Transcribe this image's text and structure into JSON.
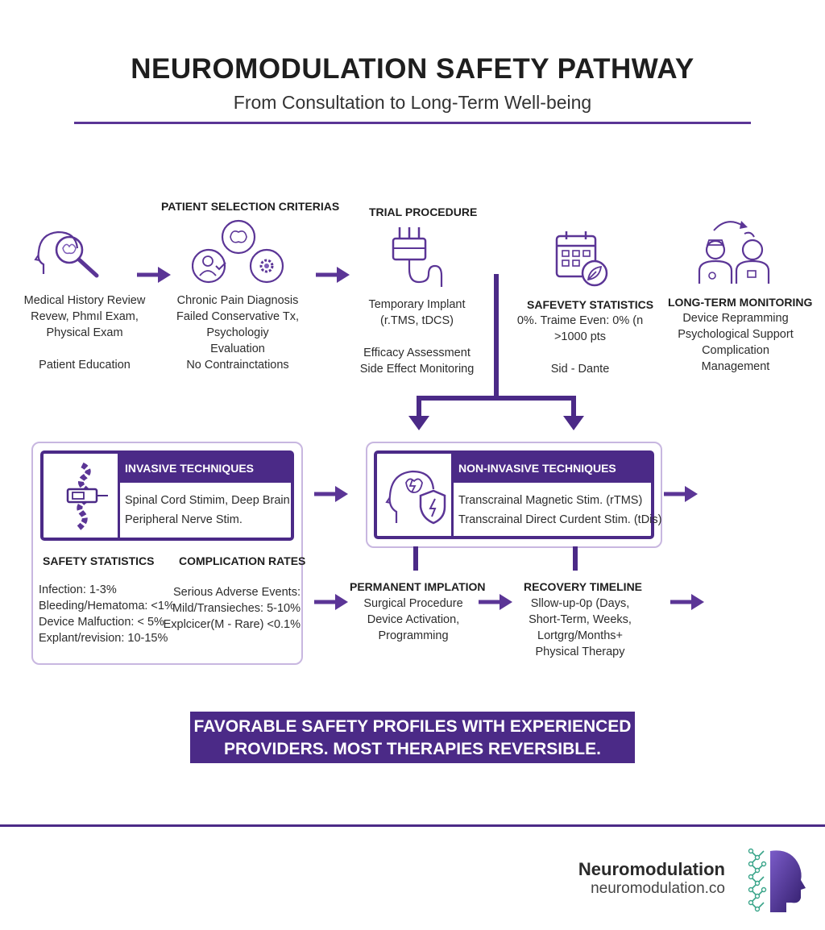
{
  "title": "NEUROMODULATION SAFETY PATHWAY",
  "subtitle": "From Consultation to Long-Term Well-being",
  "steps": {
    "history": {
      "lines": [
        "Medical History Review",
        "Revew, Phmıl Exam,",
        "Physical Exam",
        "",
        "Patient Education"
      ],
      "icons": [
        "head-magnifier-icon"
      ]
    },
    "selection": {
      "heading": "PATIENT SELECTION CRITERIAS",
      "lines": [
        "Chronic Pain Diagnosis",
        "Failed Conservative Tx,",
        "Psychologiy",
        "Evaluation",
        "No Contrainctations"
      ],
      "icons": [
        "brain-circle-icon",
        "person-check-icon",
        "gear-circle-icon"
      ]
    },
    "trial": {
      "heading": "TRIAL PROCEDURE",
      "lines": [
        "Temporary Implant",
        "(r.TMS, tDCS)",
        "",
        "Efficacy Assessment",
        "Side Effect Monitoring"
      ],
      "icons": [
        "electrode-plug-icon"
      ]
    },
    "safety_top": {
      "heading": "SAFEVETY STATISTICS",
      "lines": [
        "0%. Traime Even: 0% (n",
        ">1000 pts",
        "",
        "Sid - Dante"
      ],
      "icons": [
        "calendar-leaf-icon"
      ]
    },
    "longterm": {
      "heading": "LONG-TERM MONITORING",
      "lines": [
        "Device Repramming",
        "Psychological Support",
        "Complication",
        "Management"
      ],
      "icons": [
        "doctor-patient-icon"
      ]
    }
  },
  "invasive": {
    "heading": "INVASIVE TECHNIQUES",
    "lines": [
      "Spinal Cord Stimim, Deep Brain",
      "Peripheral Nerve Stim."
    ],
    "icon": "spine-implant-icon",
    "safety_heading": "SAFETY STATISTICS",
    "safety_lines": [
      "Infection: 1-3%",
      "Bleeding/Hematoma: <1%",
      "Device Malfuction: < 5%",
      "Explant/revision: 10-15%"
    ],
    "complication_heading": "COMPLICATION RATES",
    "complication_lines": [
      "Serious Adverse Events:",
      "Mild/Transieches: 5-10%",
      "Explcicer(M - Rare) <0.1%"
    ]
  },
  "noninvasive": {
    "heading": "NON-INVASIVE TECHNIQUES",
    "lines": [
      "Transcrainal Magnetic Stim. (rTMS)",
      "Transcrainal Direct Curdent Stim. (tDis)"
    ],
    "icon": "head-shield-icon"
  },
  "permanent": {
    "heading": "PERMANENT IMPLATION",
    "lines": [
      "Surgical Procedure",
      "Device Activation,",
      "Programming"
    ]
  },
  "recovery": {
    "heading": "RECOVERY TIMELINE",
    "lines": [
      "Sllow-up-0p (Days,",
      "Short-Term, Weeks,",
      "Lortgrg/Months+",
      "Physical Therapy"
    ]
  },
  "banner": {
    "lines": [
      "FAVORABLE SAFETY PROFILES WITH EXPERIENCED",
      "PROVIDERS. MOST THERAPIES REVERSIBLE."
    ]
  },
  "footer": {
    "brand": "Neuromodulation",
    "url": "neuromodulation.co",
    "logo_icon": "molecule-head-logo-icon"
  },
  "colors": {
    "primary": "#4b2a87",
    "accent": "#5b3596",
    "panel_border": "#c8b7e0",
    "text": "#2a2a2a"
  }
}
